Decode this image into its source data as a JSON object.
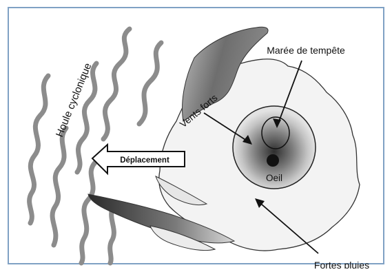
{
  "labels": {
    "houle": "Houle cyclonique",
    "deplacement": "Déplacement",
    "vents": "Vents forts",
    "maree": "Marée de tempête",
    "oeil": "Oeil",
    "pluies": "Fortes pluies"
  },
  "colors": {
    "frame_border": "#7fa1c4",
    "swell": "#8c8c8c",
    "cloud_outline": "#333333",
    "eye": "#111111"
  }
}
